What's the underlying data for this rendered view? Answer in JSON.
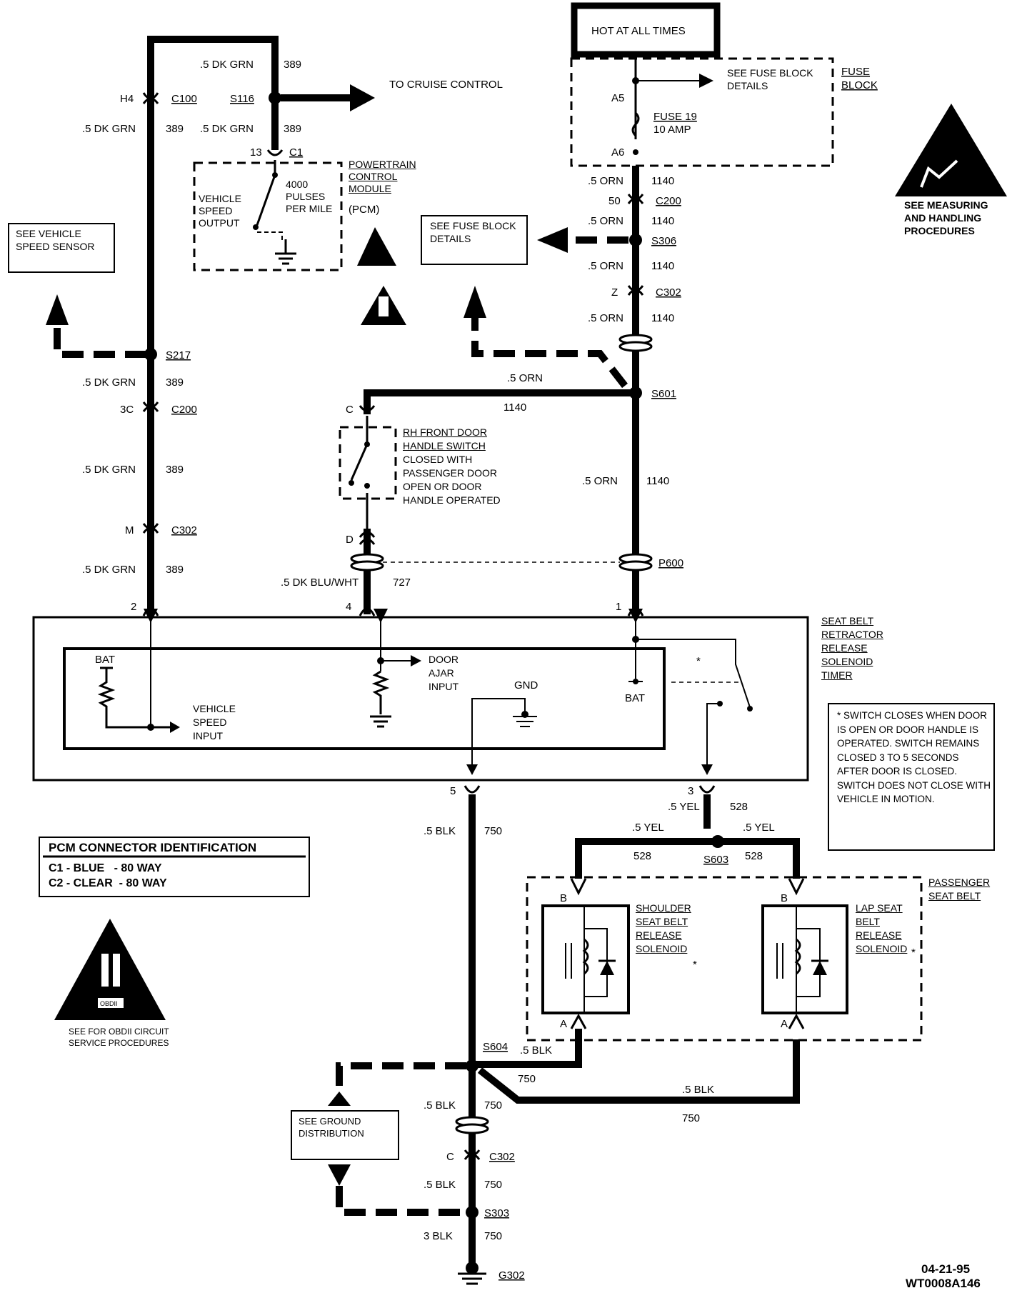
{
  "hot_box": {
    "label": "HOT AT ALL TIMES"
  },
  "fuse_block": {
    "title": "FUSE BLOCK",
    "see_details": "SEE FUSE BLOCK DETAILS",
    "pin_top": "A5",
    "pin_bottom": "A6",
    "fuse_name": "FUSE 19",
    "fuse_rating": "10 AMP"
  },
  "esd_note": "SEE MEASURING AND HANDLING PROCEDURES",
  "cruise": {
    "label": "TO CRUISE CONTROL"
  },
  "see_vss": "SEE VEHICLE SPEED SENSOR",
  "see_fuse_details": "SEE FUSE BLOCK DETAILS",
  "pcm": {
    "title": "POWERTRAIN CONTROL MODULE",
    "abbr": "(PCM)",
    "output": "VEHICLE SPEED OUTPUT",
    "pulses": "4000 PULSES PER MILE",
    "pin": "13",
    "connector": "C1"
  },
  "wires": {
    "dk_grn": ".5 DK GRN",
    "dk_grn_circuit": "389",
    "orn": ".5 ORN",
    "orn_circuit": "1140",
    "dk_blu_wht": ".5 DK BLU/WHT",
    "dk_blu_wht_circuit": "727",
    "blk": ".5 BLK",
    "blk3": "3 BLK",
    "blk_circuit": "750",
    "yel": ".5 YEL",
    "yel_circuit": "528"
  },
  "connectors": {
    "c100": "C100",
    "c100_pin": "H4",
    "s116": "S116",
    "s217": "S217",
    "c200": "C200",
    "c200_pin_left": "3C",
    "c200_pin_right": "50",
    "c302": "C302",
    "c302_pin_left": "M",
    "c302_pin_right": "Z",
    "c302_pin_ground": "C",
    "s306": "S306",
    "s601": "S601",
    "p600": "P600",
    "s603": "S603",
    "s604": "S604",
    "s303": "S303",
    "g302": "G302"
  },
  "door_switch": {
    "title": "RH FRONT DOOR HANDLE SWITCH",
    "desc": "CLOSED WITH PASSENGER DOOR OPEN OR DOOR HANDLE OPERATED",
    "pin_top": "C",
    "pin_bottom": "D"
  },
  "timer": {
    "title": "SEAT BELT RETRACTOR RELEASE SOLENOID TIMER",
    "pin2": "2",
    "pin4": "4",
    "pin1": "1",
    "pin5": "5",
    "pin3": "3",
    "bat": "BAT",
    "bat2": "BAT",
    "vehicle_speed_input": "VEHICLE SPEED INPUT",
    "door_ajar_input": "DOOR AJAR INPUT",
    "gnd": "GND",
    "asterisk": "*"
  },
  "switch_note": "* SWITCH CLOSES WHEN DOOR IS OPEN OR DOOR HANDLE IS OPERATED. SWITCH REMAINS CLOSED 3 TO 5 SECONDS AFTER DOOR IS CLOSED. SWITCH DOES NOT CLOSE WITH VEHICLE IN MOTION.",
  "pcm_connectors": {
    "title": "PCM CONNECTOR IDENTIFICATION",
    "rows": [
      "C1 - BLUE   - 80 WAY",
      "C2 - CLEAR  - 80 WAY"
    ]
  },
  "obd_note": "SEE FOR OBDII CIRCUIT SERVICE PROCEDURES",
  "obd_badge": "OBDII",
  "seat_belt": {
    "title": "PASSENGER SEAT BELT",
    "shoulder": "SHOULDER SEAT BELT RELEASE SOLENOID",
    "lap": "LAP SEAT BELT RELEASE SOLENOID",
    "pin_b": "B",
    "pin_a": "A",
    "asterisk": "*"
  },
  "ground": {
    "see": "SEE GROUND DISTRIBUTION"
  },
  "footer": {
    "date": "04-21-95",
    "code": "WT0008A146"
  }
}
